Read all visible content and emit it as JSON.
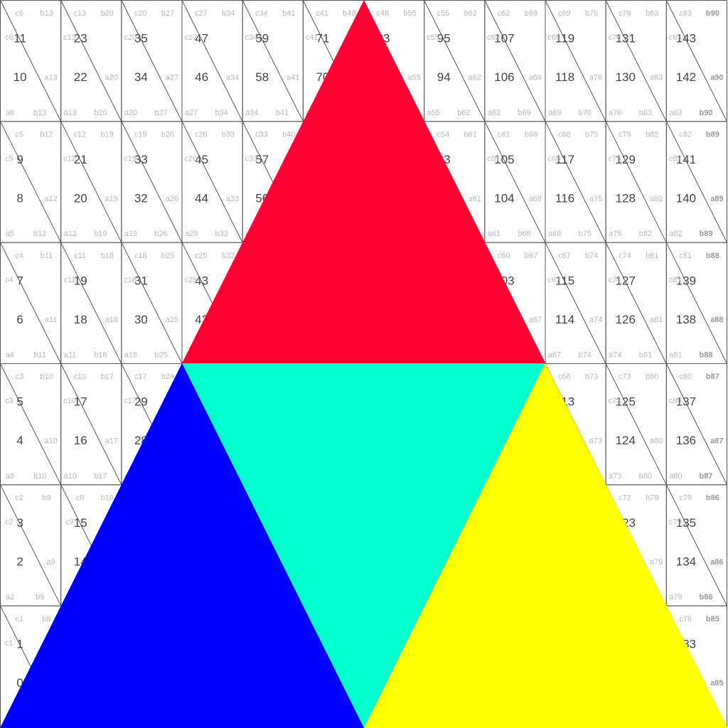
{
  "grid": {
    "columns": 12,
    "rows": 6,
    "line_color": "#555555",
    "number_color": "#444444",
    "edge_label_color": "#b8b8b8"
  },
  "big_triangles": [
    {
      "name": "top-triangle",
      "color": "#ff0033"
    },
    {
      "name": "center-inverted-triangle",
      "color": "#00ffcc"
    },
    {
      "name": "bottom-left-triangle",
      "color": "#0000ff"
    },
    {
      "name": "bottom-right-triangle",
      "color": "#ffff00"
    }
  ]
}
